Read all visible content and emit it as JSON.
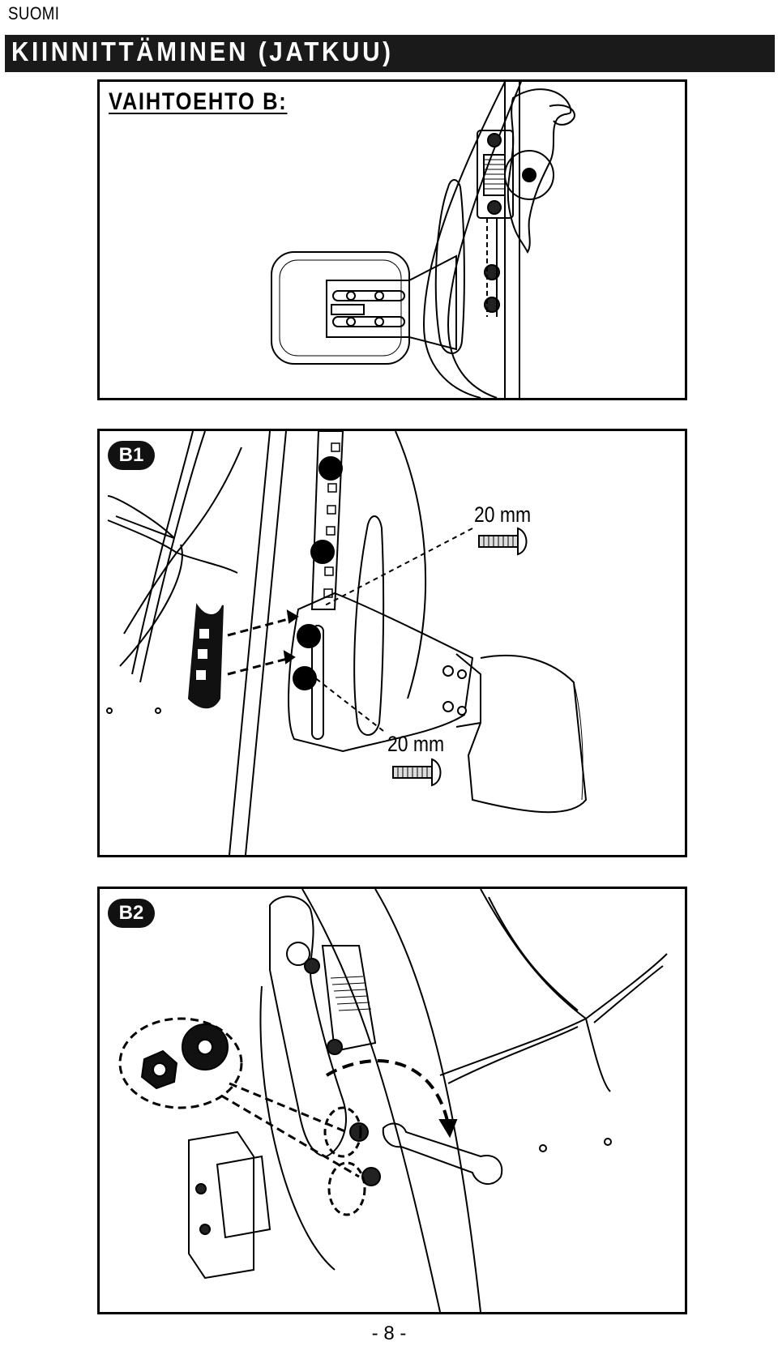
{
  "header": {
    "language": "SUOMI",
    "section_title": "KIINNITTÄMINEN (JATKUU)"
  },
  "panels": {
    "variant": {
      "label": "VAIHTOEHTO  B:"
    },
    "b1": {
      "badge": "B1",
      "bolt_upper_length": "20 mm",
      "bolt_lower_length": "20 mm"
    },
    "b2": {
      "badge": "B2"
    }
  },
  "footer": {
    "page_number": "- 8 -"
  }
}
